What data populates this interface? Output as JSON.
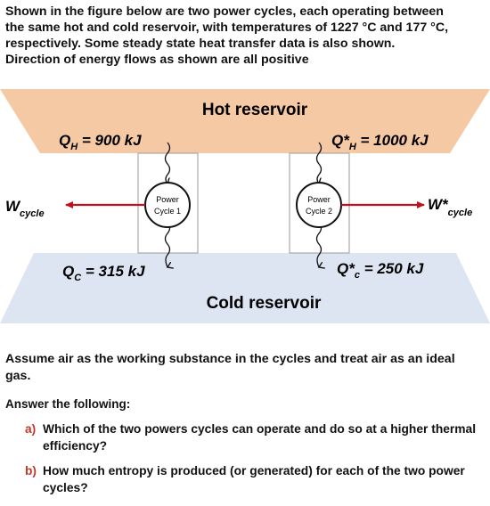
{
  "intro": {
    "line1": "Shown in the figure below are two power cycles, each operating between",
    "line2": "the same hot and cold reservoir, with temperatures of 1227 °C and 177 °C,",
    "line3": "respectively.  Some steady state heat transfer data is also shown.",
    "line4": "Direction of energy flows as shown are all positive"
  },
  "figure": {
    "hot_reservoir": "Hot reservoir",
    "cold_reservoir": "Cold reservoir",
    "QH_left": {
      "sym": "Q",
      "sub": "H",
      "val": " = 900 kJ"
    },
    "QH_right": {
      "sym": "Q*",
      "sub": "H",
      "val": " = 1000 kJ"
    },
    "QC_left": {
      "sym": "Q",
      "sub": "C",
      "val": " = 315 kJ"
    },
    "QC_right": {
      "sym": "Q*",
      "sub": "c",
      "val": " = 250 kJ"
    },
    "W_left": {
      "sym": "W",
      "sub": "cycle"
    },
    "W_right": {
      "sym": "W*",
      "sub": "cycle"
    },
    "cycle1": {
      "line1": "Power",
      "line2": "Cycle 1"
    },
    "cycle2": {
      "line1": "Power",
      "line2": "Cycle 2"
    },
    "colors": {
      "hot": "#f6c9a5",
      "cold": "#dde5f3",
      "arrow": "#c0111f"
    }
  },
  "assume": {
    "line1": "Assume air as the working substance in the cycles and treat air as an ideal",
    "line2": "gas."
  },
  "answer_head": "Answer the following:",
  "questions": [
    {
      "letter": "a)",
      "text": "Which of the two powers cycles can operate and do so at a higher thermal efficiency?"
    },
    {
      "letter": "b)",
      "text": "How much entropy is produced (or generated) for each of the two power cycles?"
    }
  ]
}
